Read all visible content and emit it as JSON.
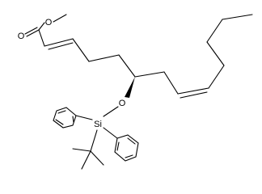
{
  "molecule": {
    "atom_labels": {
      "carbonyl_oxygen": "O",
      "ester_oxygen": "O",
      "ether_oxygen": "O",
      "silicon": "Si"
    },
    "stereo": {
      "c6_bond": "wedge"
    },
    "colors": {
      "ink": "#000000",
      "background": "#ffffff"
    }
  }
}
